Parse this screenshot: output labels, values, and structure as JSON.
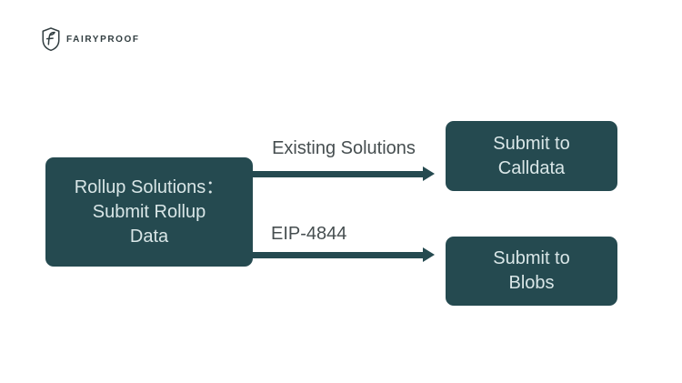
{
  "page": {
    "background": "#ffffff"
  },
  "logo": {
    "brand": "FAIRYPROOF",
    "icon": "fairyproof-shield-icon"
  },
  "colors": {
    "node_fill": "#254a50",
    "node_text": "#d9e6e7",
    "arrow": "#254a50",
    "edge_label_text": "#464e50",
    "logo_text": "#323e41"
  },
  "diagram": {
    "source_box": {
      "lines": [
        "Rollup Solutions：",
        "Submit Rollup",
        "Data"
      ]
    },
    "edges": [
      {
        "label": "Existing Solutions",
        "from": "source",
        "to": "calldata"
      },
      {
        "label": "EIP-4844",
        "from": "source",
        "to": "blobs"
      }
    ],
    "target_boxes": [
      {
        "id": "calldata",
        "lines": [
          "Submit to",
          "Calldata"
        ]
      },
      {
        "id": "blobs",
        "lines": [
          "Submit to",
          "Blobs"
        ]
      }
    ]
  }
}
